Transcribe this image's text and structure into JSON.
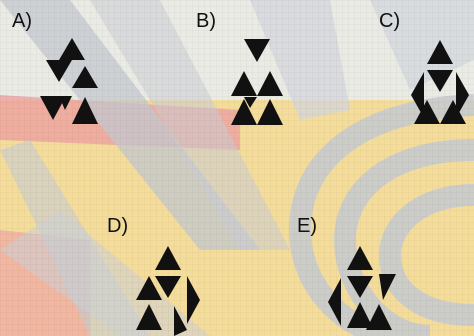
{
  "options": [
    {
      "id": "a",
      "label": "A)"
    },
    {
      "id": "b",
      "label": "B)"
    },
    {
      "id": "c",
      "label": "C)"
    },
    {
      "id": "d",
      "label": "D)"
    },
    {
      "id": "e",
      "label": "E)"
    }
  ],
  "colors": {
    "shape_fill": "#111111",
    "background_yellow": "#f7dfa0",
    "background_gray": "#cfd2d6",
    "background_red": "#e98a8d"
  }
}
